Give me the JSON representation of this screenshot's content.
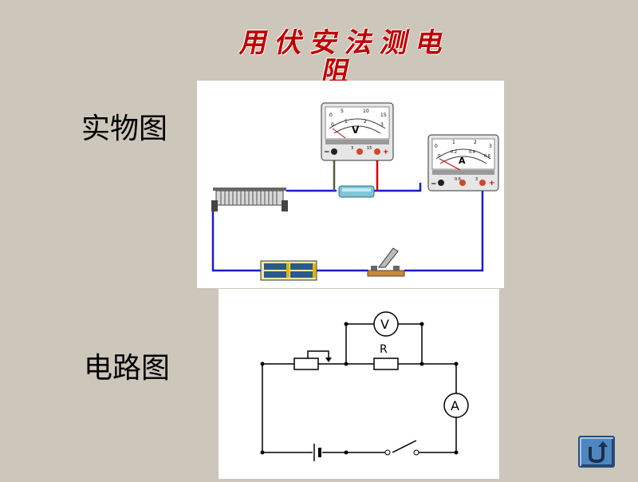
{
  "title": {
    "line1": "用伏安法测电",
    "line2": "阻"
  },
  "labels": {
    "physical": "实物图",
    "circuit": "电路图"
  },
  "voltmeter": {
    "symbol": "V",
    "upper_scale": [
      "0",
      "5",
      "10",
      "15"
    ],
    "lower_scale": [
      "0",
      "1",
      "2",
      "3"
    ],
    "minus": "−",
    "plus": "+",
    "term3": "3",
    "term15": "15"
  },
  "ammeter": {
    "symbol": "A",
    "upper_scale": [
      "0",
      "1",
      "2",
      "3"
    ],
    "lower_scale": [
      "0",
      "0.2",
      "0.4",
      "0.6"
    ],
    "minus": "−",
    "plus": "+",
    "term06": "0.6",
    "term3": "3"
  },
  "schematic": {
    "voltmeter": "V",
    "resistor": "R",
    "ammeter": "A"
  },
  "colors": {
    "wire_blue": "#1a1ad0",
    "wire_red": "#d00000",
    "title_red": "#c00000"
  },
  "nav": {
    "back_icon": "u-turn-arrow-icon"
  }
}
